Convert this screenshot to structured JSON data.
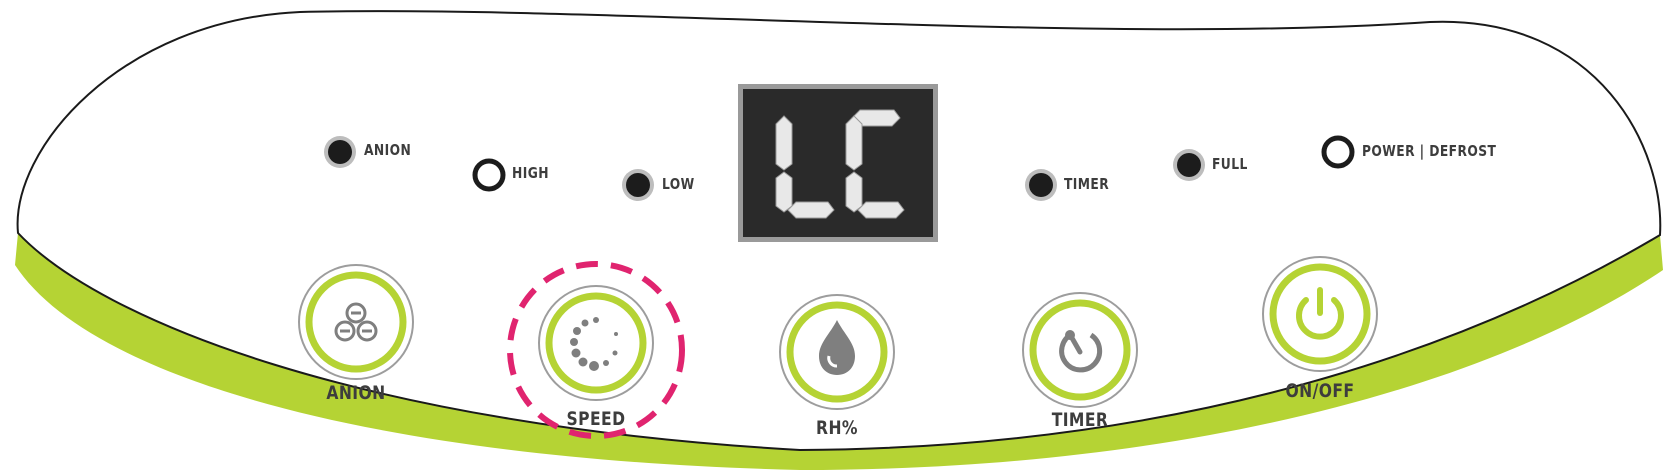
{
  "display": {
    "code": "LC",
    "background_color": "#2a2a2a",
    "frame_color": "#9a9a9a",
    "segment_color": "#e8e8e8"
  },
  "indicators": [
    {
      "id": "anion",
      "label": "ANION",
      "lit": true
    },
    {
      "id": "high",
      "label": "HIGH",
      "lit": false
    },
    {
      "id": "low",
      "label": "LOW",
      "lit": true
    },
    {
      "id": "timer",
      "label": "TIMER",
      "lit": true
    },
    {
      "id": "full",
      "label": "FULL",
      "lit": true
    },
    {
      "id": "power",
      "label": "POWER | DEFROST",
      "lit": false
    }
  ],
  "buttons": [
    {
      "id": "anion",
      "label": "ANION",
      "icon": "anion-icon",
      "highlighted": false
    },
    {
      "id": "speed",
      "label": "SPEED",
      "icon": "speed-dots-icon",
      "highlighted": true
    },
    {
      "id": "rh",
      "label": "RH%",
      "icon": "water-drop-icon",
      "highlighted": false
    },
    {
      "id": "timer",
      "label": "TIMER",
      "icon": "timer-icon",
      "highlighted": false
    },
    {
      "id": "onoff",
      "label": "ON/OFF",
      "icon": "power-icon",
      "highlighted": false
    }
  ],
  "colors": {
    "accent_green": "#b5d334",
    "highlight_pink": "#e0246f",
    "icon_gray": "#7f7f7f",
    "label_gray": "#3d3d3d"
  }
}
